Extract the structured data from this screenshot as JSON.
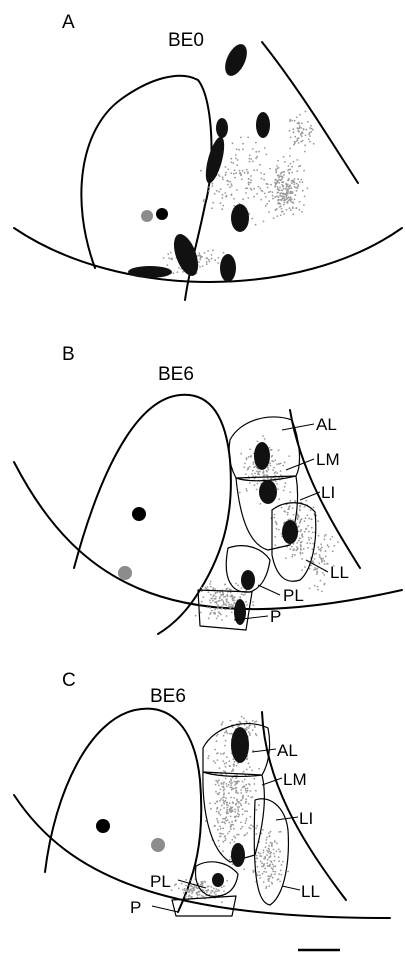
{
  "panels": [
    {
      "letter": "A",
      "title": "BE0",
      "labels": []
    },
    {
      "letter": "B",
      "title": "BE6",
      "labels": [
        "AL",
        "LM",
        "LI",
        "LL",
        "PL",
        "P"
      ]
    },
    {
      "letter": "C",
      "title": "BE6",
      "labels": [
        "AL",
        "LM",
        "LI",
        "LL",
        "PL",
        "P"
      ]
    }
  ],
  "colors": {
    "black": "#000000",
    "gray": "#8c8c8c",
    "speckle": "#9a9a9a",
    "background": "#ffffff"
  }
}
